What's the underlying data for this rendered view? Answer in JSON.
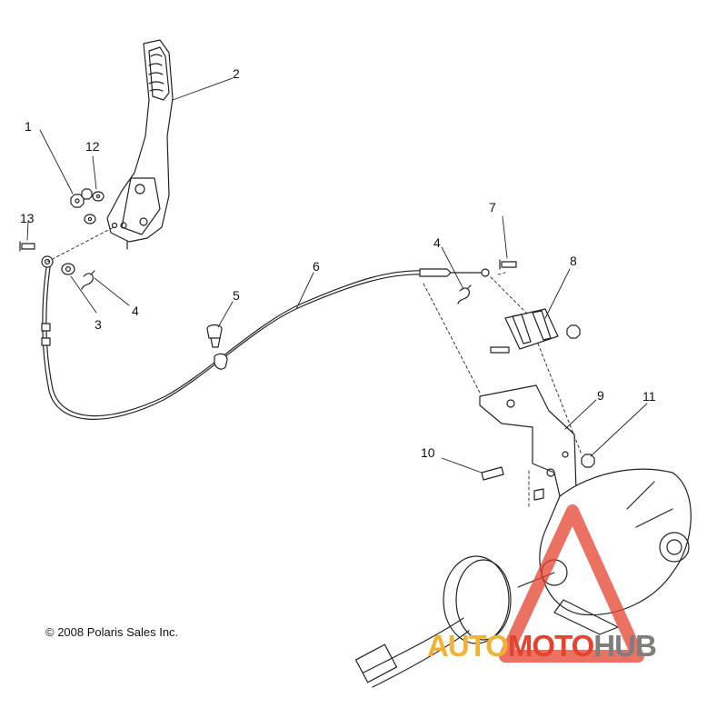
{
  "callouts": {
    "c1": "1",
    "c2": "2",
    "c3": "3",
    "c4a": "4",
    "c4b": "4",
    "c5": "5",
    "c6": "6",
    "c7": "7",
    "c8": "8",
    "c9": "9",
    "c10": "10",
    "c11": "11",
    "c12": "12",
    "c13": "13"
  },
  "copyright": "© 2008 Polaris Sales Inc.",
  "watermark": {
    "part_auto": "AUTO",
    "part_moto": "MOTO",
    "part_hub": "HUB",
    "color_auto": "#f2b233",
    "color_moto": "#e4432e",
    "color_hub": "#7e7e7e",
    "logo_icon": "warning-triangle-logo-icon"
  }
}
